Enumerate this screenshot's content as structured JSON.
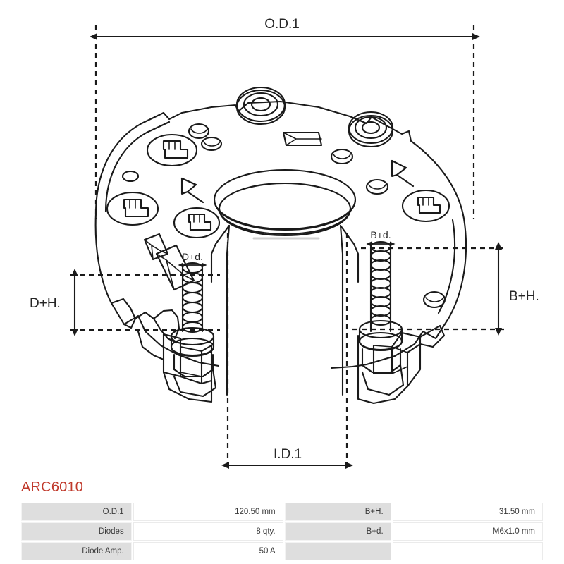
{
  "part_number": "ARC6010",
  "accent_color": "#c0392b",
  "line_color": "#1a1a1a",
  "drawing": {
    "title": "alternator-rectifier-technical-drawing",
    "dimensions": {
      "od1": "O.D.1",
      "id1": "I.D.1",
      "dh": "D+H.",
      "bh": "B+H.",
      "dd": "D+d.",
      "bd": "B+d."
    }
  },
  "spec_table": {
    "rows": [
      {
        "label_left": "O.D.1",
        "value_left": "120.50 mm",
        "label_right": "B+H.",
        "value_right": "31.50 mm"
      },
      {
        "label_left": "Diodes",
        "value_left": "8 qty.",
        "label_right": "B+d.",
        "value_right": "M6x1.0 mm"
      },
      {
        "label_left": "Diode Amp.",
        "value_left": "50 A",
        "label_right": "",
        "value_right": ""
      }
    ]
  }
}
